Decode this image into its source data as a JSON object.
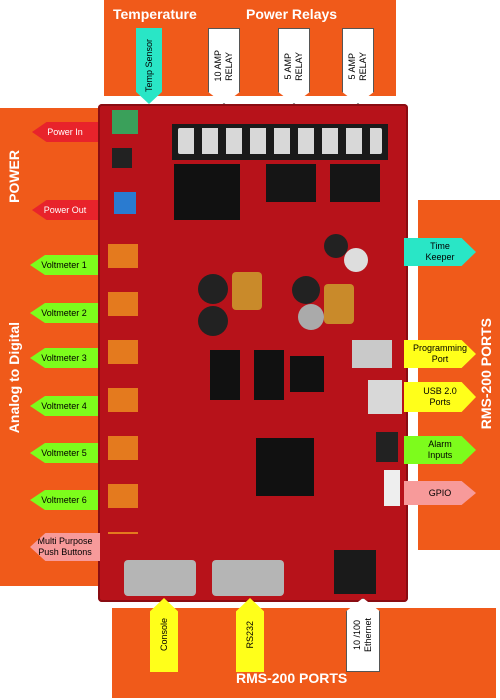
{
  "top": {
    "temperature": "Temperature",
    "power_relays": "Power Relays"
  },
  "top_labels": {
    "temp_sensor": "Temp Sensor",
    "relay1": [
      "10 AMP",
      "RELAY"
    ],
    "relay2": [
      "5 AMP",
      "RELAY"
    ],
    "relay3": [
      "5 AMP",
      "RELAY"
    ]
  },
  "left": {
    "power": "POWER",
    "analog": "Analog to Digital"
  },
  "left_labels": {
    "power_in": "Power In",
    "power_out": "Power Out",
    "voltmeters": [
      "Voltmeter 1",
      "Voltmeter 2",
      "Voltmeter 3",
      "Voltmeter 4",
      "Voltmeter 5",
      "Voltmeter 6"
    ],
    "push_buttons": [
      "Multi Purpose",
      "Push Buttons"
    ]
  },
  "right": {
    "title": "RMS-200 PORTS"
  },
  "right_labels": {
    "time_keeper": [
      "Time",
      "Keeper"
    ],
    "programming": [
      "Programming",
      "Port"
    ],
    "usb": [
      "USB 2.0",
      "Ports"
    ],
    "alarm": [
      "Alarm",
      "Inputs"
    ],
    "gpio": "GPIO"
  },
  "bottom": {
    "title": "RMS-200 PORTS"
  },
  "bottom_labels": {
    "console": "Console",
    "rs232": "RS232",
    "ethernet": [
      "10 /100",
      "Ethernet"
    ]
  }
}
